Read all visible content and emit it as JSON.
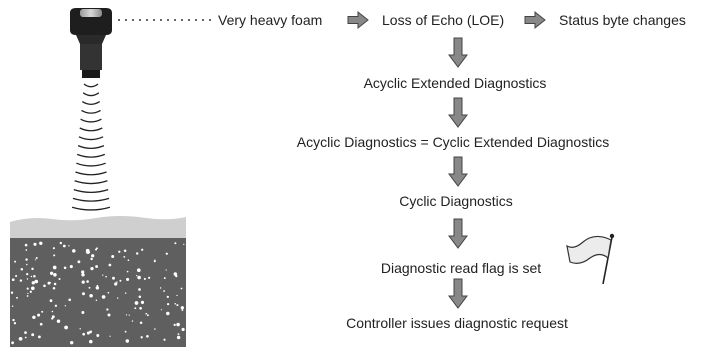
{
  "flow": {
    "top_row": {
      "first": "Very heavy foam",
      "second": "Loss of Echo (LOE)",
      "third": "Status byte changes"
    },
    "steps": [
      "Acyclic Extended Diagnostics",
      "Acyclic Diagnostics = Cyclic Extended Diagnostics",
      "Cyclic Diagnostics",
      "Diagnostic read flag is set",
      "Controller issues diagnostic request"
    ]
  },
  "icons": {
    "sensor": "ultrasonic-transducer-icon",
    "waves": "echo-wave-icon",
    "foam_tank": "foam-liquid-tank-icon",
    "flag": "flag-icon",
    "arrow_right": "arrow-right-icon",
    "arrow_down": "arrow-down-icon"
  },
  "colors": {
    "arrow_fill": "#888888",
    "arrow_stroke": "#444444",
    "liquid": "#5f5f5f",
    "foam": "#cfcfcf",
    "sensor_body": "#2a2a2a"
  }
}
